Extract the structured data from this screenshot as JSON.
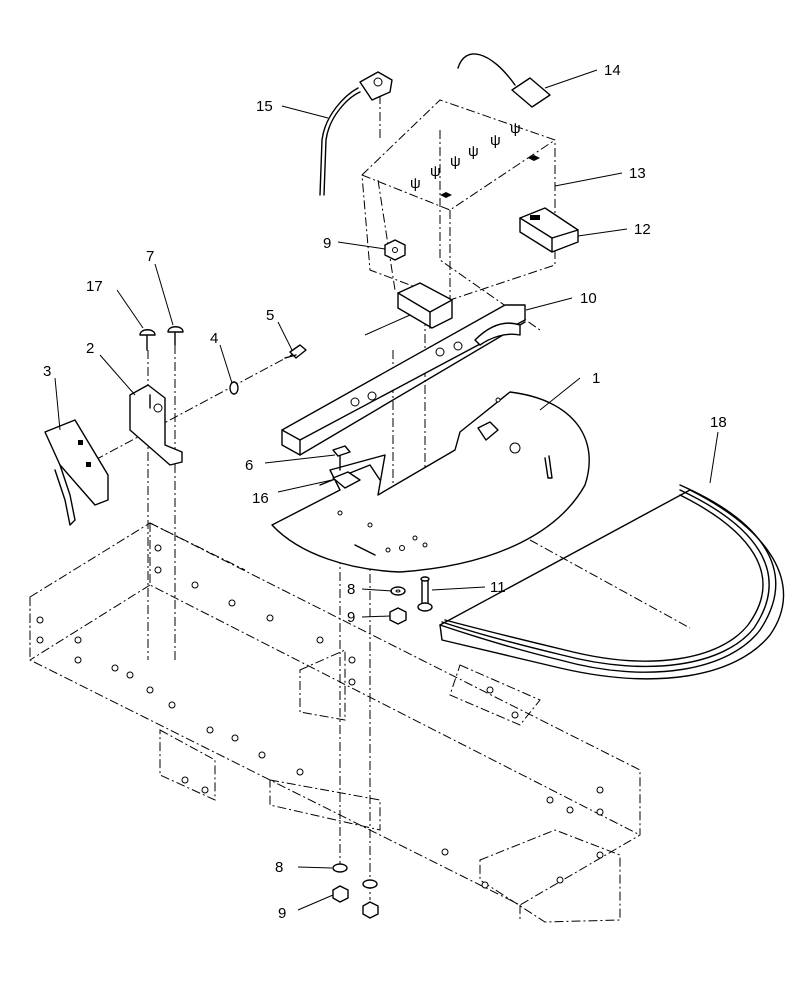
{
  "diagram": {
    "callouts": {
      "c1": "1",
      "c2": "2",
      "c3": "3",
      "c4": "4",
      "c5": "5",
      "c6": "6",
      "c7": "7",
      "c8a": "8",
      "c8b": "8",
      "c9a": "9",
      "c9b": "9",
      "c9c": "9",
      "c10": "10",
      "c11": "11",
      "c12": "12",
      "c13": "13",
      "c14": "14",
      "c15": "15",
      "c16": "16",
      "c17": "17",
      "c18": "18"
    }
  }
}
